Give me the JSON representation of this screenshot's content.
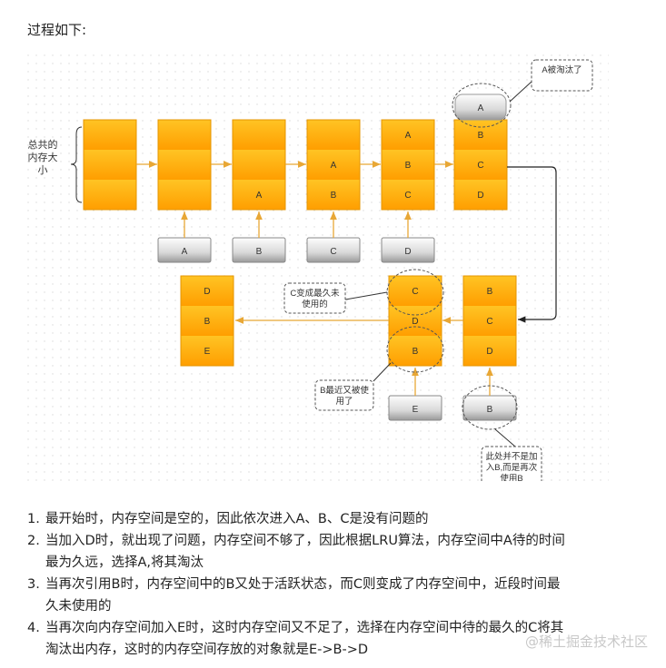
{
  "title": "过程如下:",
  "diagram": {
    "brace_label": [
      "总共的",
      "内存大",
      "小"
    ],
    "top_stacks": [
      [
        "",
        "",
        ""
      ],
      [
        "",
        "",
        ""
      ],
      [
        "",
        "",
        "A"
      ],
      [
        "",
        "A",
        "B"
      ],
      [
        "A",
        "B",
        "C"
      ],
      [
        "B",
        "C",
        "D"
      ]
    ],
    "top_inputs": [
      "A",
      "B",
      "C",
      "D"
    ],
    "evicted": "A",
    "evicted_note": "A被淘汰了",
    "bottom_stacks": {
      "right": [
        "B",
        "C",
        "D"
      ],
      "middle": [
        "C",
        "D",
        "B"
      ],
      "left": [
        "D",
        "B",
        "E"
      ]
    },
    "reuse_input": "B",
    "new_input": "E",
    "note_c": [
      "C变成最久未",
      "使用的"
    ],
    "note_b": [
      "B最近又被使",
      "用了"
    ],
    "note_reuse": [
      "此处并不是加",
      "入B,而是再次",
      "使用B"
    ]
  },
  "steps": [
    {
      "num": "1.",
      "lines": [
        "最开始时，内存空间是空的，因此依次进入A、B、C是没有问题的"
      ]
    },
    {
      "num": "2.",
      "lines": [
        "当加入D时，就出现了问题，内存空间不够了，因此根据LRU算法，内存空间中A待的时间",
        "最为久远，选择A,将其淘汰"
      ]
    },
    {
      "num": "3.",
      "lines": [
        "当再次引用B时，内存空间中的B又处于活跃状态，而C则变成了内存空间中，近段时间最",
        "久未使用的"
      ]
    },
    {
      "num": "4.",
      "lines": [
        "当再次向内存空间加入E时，这时内存空间又不足了，选择在内存空间中待的最久的C将其",
        "淘汰出内存，这时的内存空间存放的对象就是E->B->D"
      ]
    }
  ],
  "watermark": "@稀土掘金技术社区",
  "colors": {
    "cell_top": "#ffc21a",
    "cell_bottom": "#ff9f00",
    "arrow": "#e8a735"
  }
}
